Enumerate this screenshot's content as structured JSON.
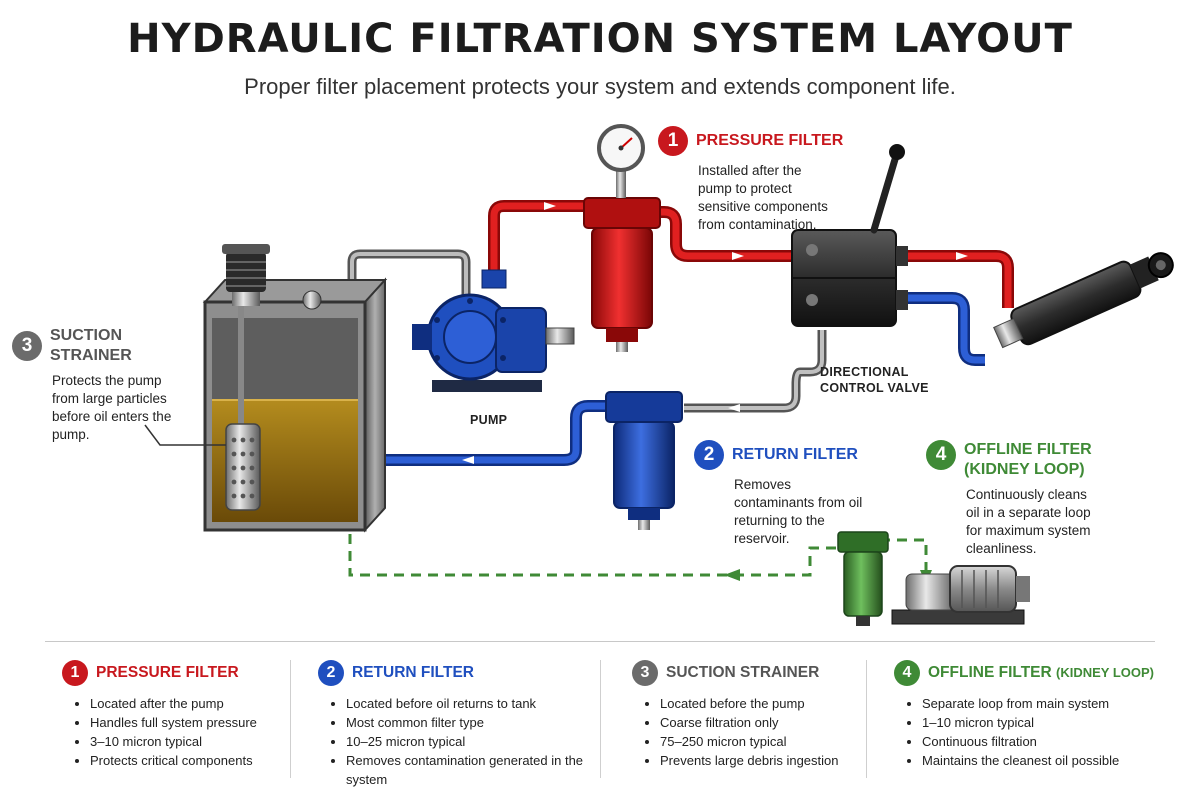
{
  "title": "HYDRAULIC FILTRATION SYSTEM LAYOUT",
  "subtitle": "Proper filter placement protects your system and extends component life.",
  "colors": {
    "pressure": "#c8181e",
    "return": "#1f4fbf",
    "suction": "#6b6b6b",
    "offline": "#3f8a36"
  },
  "callouts": {
    "pressure": {
      "number": "1",
      "title": "PRESSURE FILTER",
      "body": "Installed after the pump to protect sensitive components from contamination."
    },
    "return": {
      "number": "2",
      "title": "RETURN FILTER",
      "body": "Removes contaminants from oil returning to the reservoir."
    },
    "suction": {
      "number": "3",
      "title": "SUCTION STRAINER",
      "body": "Protects the pump from large particles before oil enters the pump."
    },
    "offline": {
      "number": "4",
      "title": "OFFLINE FILTER (KIDNEY LOOP)",
      "body": "Continuously cleans oil in a separate loop for maximum system cleanliness."
    }
  },
  "labels": {
    "pump": "PUMP",
    "valve": "DIRECTIONAL CONTROL VALVE"
  },
  "legend": [
    {
      "number": "1",
      "title": "PRESSURE FILTER",
      "subtitle": "",
      "color_key": "pressure",
      "items": [
        "Located after the pump",
        "Handles full system pressure",
        "3–10 micron typical",
        "Protects critical components"
      ]
    },
    {
      "number": "2",
      "title": "RETURN FILTER",
      "subtitle": "",
      "color_key": "return",
      "items": [
        "Located before oil returns to tank",
        "Most common filter type",
        "10–25 micron typical",
        "Removes contamination generated in the system"
      ]
    },
    {
      "number": "3",
      "title": "SUCTION STRAINER",
      "subtitle": "",
      "color_key": "suction",
      "items": [
        "Located before the pump",
        "Coarse filtration only",
        "75–250 micron typical",
        "Prevents large debris ingestion"
      ]
    },
    {
      "number": "4",
      "title": "OFFLINE FILTER",
      "subtitle": "(KIDNEY LOOP)",
      "color_key": "offline",
      "items": [
        "Separate loop from main system",
        "1–10 micron typical",
        "Continuous filtration",
        "Maintains the cleanest oil possible"
      ]
    }
  ]
}
